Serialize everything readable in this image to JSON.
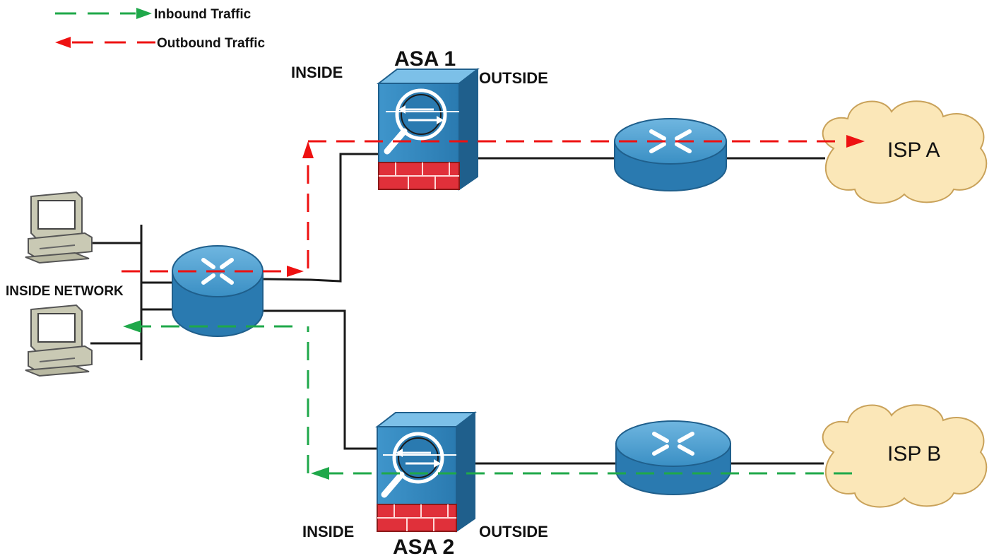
{
  "legend": {
    "inbound_label": "Inbound Traffic",
    "outbound_label": "Outbound Traffic",
    "inbound_color": "#1fa84a",
    "outbound_color": "#ee1111"
  },
  "devices": {
    "asa1": {
      "name": "ASA 1",
      "inside_label": "INSIDE",
      "outside_label": "OUTSIDE"
    },
    "asa2": {
      "name": "ASA 2",
      "inside_label": "INSIDE",
      "outside_label": "OUTSIDE"
    },
    "inside_network_label": "INSIDE NETWORK",
    "isp_a": "ISP A",
    "isp_b": "ISP B"
  },
  "colors": {
    "device_blue": "#3a8fc4",
    "device_dark": "#1f5f8c",
    "firewall_red": "#e0303a",
    "cloud_fill": "#fbe7b8",
    "cloud_stroke": "#c9a25a",
    "link": "#1a1a1a"
  }
}
